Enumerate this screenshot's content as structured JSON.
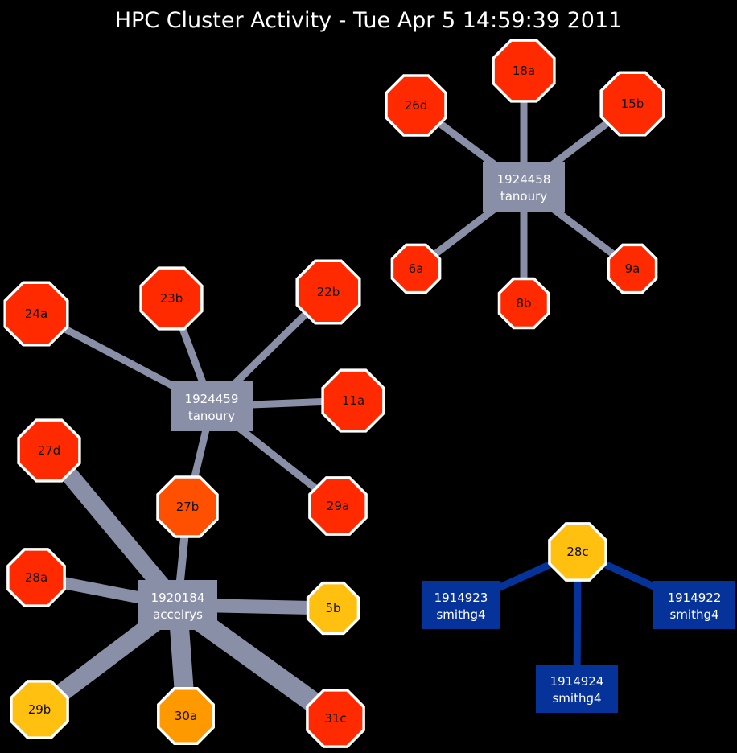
{
  "title": "HPC Cluster Activity - Tue Apr  5 14:59:39 2011",
  "colors": {
    "background": "#000000",
    "edge_grey": "#8a8fa8",
    "edge_blue": "#063399",
    "job_grey": "#8a8fa8",
    "job_blue": "#063399",
    "node_red": "#ff2a00",
    "node_orange_red": "#ff4f00",
    "node_orange": "#ff9900",
    "node_yellow": "#ffc010",
    "node_border": "#ffffff"
  },
  "jobs": [
    {
      "id": "job-1924458",
      "number": "1924458",
      "user": "tanoury"
    },
    {
      "id": "job-1924459",
      "number": "1924459",
      "user": "tanoury"
    },
    {
      "id": "job-1920184",
      "number": "1920184",
      "user": "accelrys"
    },
    {
      "id": "job-1914923",
      "number": "1914923",
      "user": "smithg4"
    },
    {
      "id": "job-1914922",
      "number": "1914922",
      "user": "smithg4"
    },
    {
      "id": "job-1914924",
      "number": "1914924",
      "user": "smithg4"
    }
  ],
  "nodes": [
    {
      "id": "18a",
      "label": "18a",
      "color": "#ff2a00"
    },
    {
      "id": "26d",
      "label": "26d",
      "color": "#ff2a00"
    },
    {
      "id": "15b",
      "label": "15b",
      "color": "#ff2a00"
    },
    {
      "id": "6a",
      "label": "6a",
      "color": "#ff2a00"
    },
    {
      "id": "8b",
      "label": "8b",
      "color": "#ff2a00"
    },
    {
      "id": "9a",
      "label": "9a",
      "color": "#ff2a00"
    },
    {
      "id": "24a",
      "label": "24a",
      "color": "#ff2a00"
    },
    {
      "id": "23b",
      "label": "23b",
      "color": "#ff2a00"
    },
    {
      "id": "22b",
      "label": "22b",
      "color": "#ff2a00"
    },
    {
      "id": "11a",
      "label": "11a",
      "color": "#ff2a00"
    },
    {
      "id": "29a",
      "label": "29a",
      "color": "#ff2a00"
    },
    {
      "id": "27d",
      "label": "27d",
      "color": "#ff2a00"
    },
    {
      "id": "27b",
      "label": "27b",
      "color": "#ff4f00"
    },
    {
      "id": "28a",
      "label": "28a",
      "color": "#ff2a00"
    },
    {
      "id": "5b",
      "label": "5b",
      "color": "#ffc010"
    },
    {
      "id": "29b",
      "label": "29b",
      "color": "#ffc010"
    },
    {
      "id": "30a",
      "label": "30a",
      "color": "#ff9900"
    },
    {
      "id": "31c",
      "label": "31c",
      "color": "#ff2a00"
    },
    {
      "id": "28c",
      "label": "28c",
      "color": "#ffc010"
    }
  ],
  "edges": [
    {
      "job": "job-1924458",
      "node": "18a"
    },
    {
      "job": "job-1924458",
      "node": "26d"
    },
    {
      "job": "job-1924458",
      "node": "15b"
    },
    {
      "job": "job-1924458",
      "node": "6a"
    },
    {
      "job": "job-1924458",
      "node": "8b"
    },
    {
      "job": "job-1924458",
      "node": "9a"
    },
    {
      "job": "job-1924459",
      "node": "24a"
    },
    {
      "job": "job-1924459",
      "node": "23b"
    },
    {
      "job": "job-1924459",
      "node": "22b"
    },
    {
      "job": "job-1924459",
      "node": "11a"
    },
    {
      "job": "job-1924459",
      "node": "29a"
    },
    {
      "job": "job-1924459",
      "node": "27b"
    },
    {
      "job": "job-1920184",
      "node": "27d"
    },
    {
      "job": "job-1920184",
      "node": "27b"
    },
    {
      "job": "job-1920184",
      "node": "28a"
    },
    {
      "job": "job-1920184",
      "node": "5b"
    },
    {
      "job": "job-1920184",
      "node": "29b"
    },
    {
      "job": "job-1920184",
      "node": "30a"
    },
    {
      "job": "job-1920184",
      "node": "31c"
    },
    {
      "job": "job-1914923",
      "node": "28c"
    },
    {
      "job": "job-1914922",
      "node": "28c"
    },
    {
      "job": "job-1914924",
      "node": "28c"
    }
  ]
}
